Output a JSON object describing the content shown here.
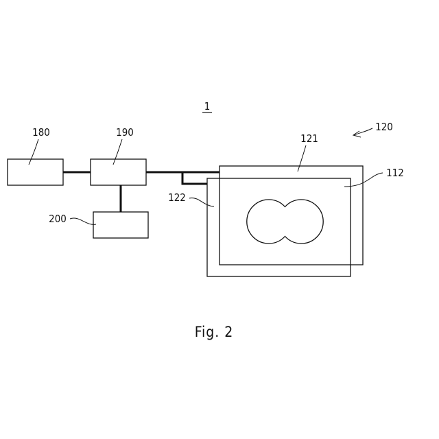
{
  "figure": {
    "assembly_number": "1",
    "caption": "Fig. 2"
  },
  "labels": {
    "ref_180": "180",
    "ref_190": "190",
    "ref_200": "200",
    "ref_120": "120",
    "ref_121": "121",
    "ref_112": "112",
    "ref_122": "122"
  },
  "colors": {
    "line": "#111111",
    "background": "#ffffff"
  }
}
